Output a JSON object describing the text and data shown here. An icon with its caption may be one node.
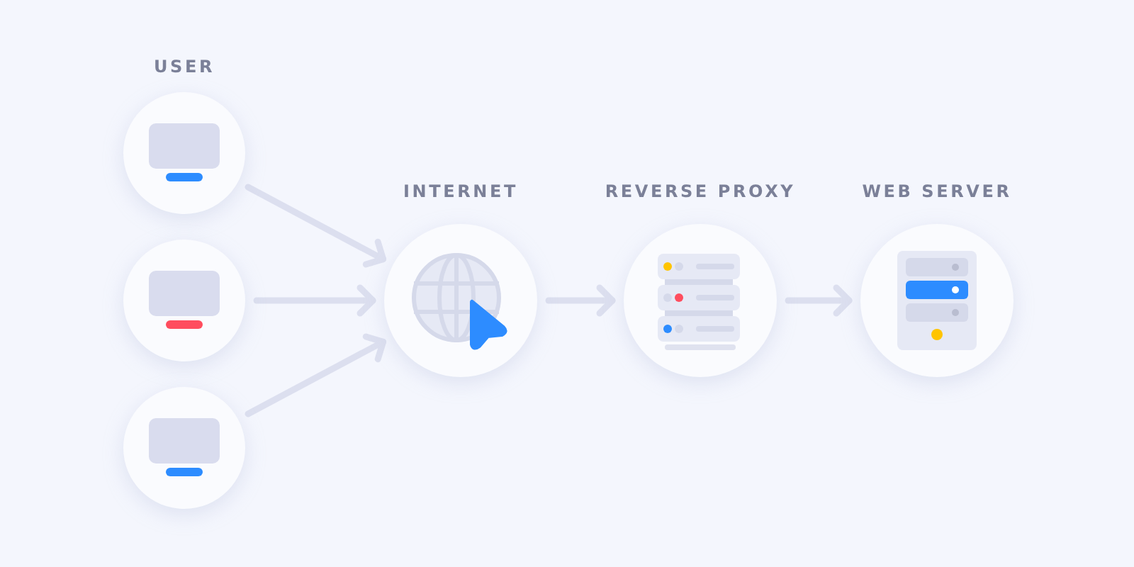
{
  "diagram": {
    "nodes": [
      {
        "text": [],
        "shape": "circle"
      },
      {
        "text": [],
        "shape": "circle"
      },
      {
        "text": [],
        "shape": "circle"
      },
      {
        "text": [
          "INTERNET"
        ]
      },
      {
        "text": [
          "REVERSE PROXY"
        ]
      },
      {
        "text": [
          "WEB SERVER"
        ]
      }
    ],
    "edges": [
      {
        "from": 0,
        "to": 3,
        "arrow": "to"
      },
      {
        "from": 1,
        "to": 3,
        "arrow": "to"
      },
      {
        "from": 2,
        "to": 3,
        "arrow": "to"
      },
      {
        "from": 3,
        "to": 4,
        "arrow": "to"
      },
      {
        "from": 4,
        "to": 5,
        "arrow": "to"
      }
    ],
    "labels": [
      "USER"
    ]
  }
}
